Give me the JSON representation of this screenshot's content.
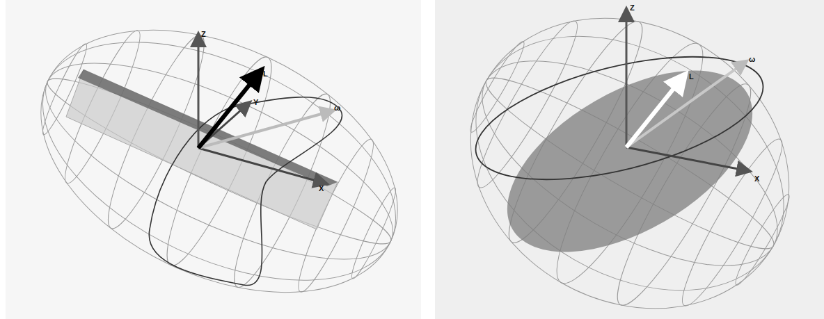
{
  "diagram": {
    "labels": [
      "Z",
      "L",
      "Y",
      "ω",
      "X",
      "Z",
      "L",
      "ω",
      "X"
    ]
  }
}
